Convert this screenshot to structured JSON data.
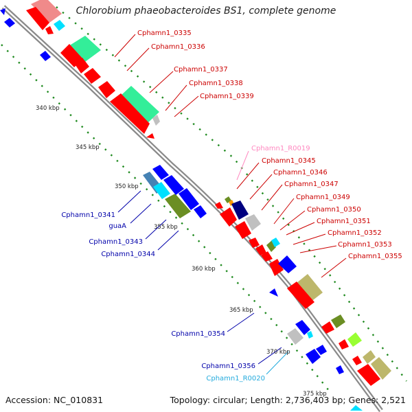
{
  "title": "Chlorobium phaeobacteroides BS1, complete genome",
  "accession": "Accession: NC_010831",
  "topology": "Topology: circular; Length: 2,736,403 bp; Genes: 2,521",
  "colors": {
    "backbone": "#8a8a8a",
    "kbp_dots": "#1f8a1f",
    "gene_red": "#ff0000",
    "gene_blue": "#0000ff",
    "label_red": "#cc0000",
    "label_blue": "#0000aa",
    "label_pink": "#ff88c0",
    "label_cyan": "#22aadd",
    "cog_green": "#33ee99",
    "cog_salmon": "#f08a8a",
    "cog_khaki": "#bdb76b",
    "cog_olive": "#6b8e23",
    "cog_navy": "#000080",
    "cog_steel": "#4682b4",
    "cog_lime": "#99ff33",
    "cog_grey": "#c0c0c0",
    "cog_cyan": "#00e0ff"
  },
  "kbp_ticks": [
    "340 kbp",
    "345 kbp",
    "350 kbp",
    "355 kbp",
    "360 kbp",
    "365 kbp",
    "370 kbp",
    "375 kbp"
  ],
  "gene_labels_forward": [
    "Cphamn1_0335",
    "Cphamn1_0336",
    "Cphamn1_0337",
    "Cphamn1_0338",
    "Cphamn1_0339",
    "Cphamn1_R0019",
    "Cphamn1_0345",
    "Cphamn1_0346",
    "Cphamn1_0347",
    "Cphamn1_0349",
    "Cphamn1_0350",
    "Cphamn1_0351",
    "Cphamn1_0352",
    "Cphamn1_0353",
    "Cphamn1_0355"
  ],
  "gene_labels_reverse": [
    "Cphamn1_0341",
    "guaA",
    "Cphamn1_0343",
    "Cphamn1_0344",
    "Cphamn1_0354",
    "Cphamn1_0356",
    "Cphamn1_R0020"
  ]
}
